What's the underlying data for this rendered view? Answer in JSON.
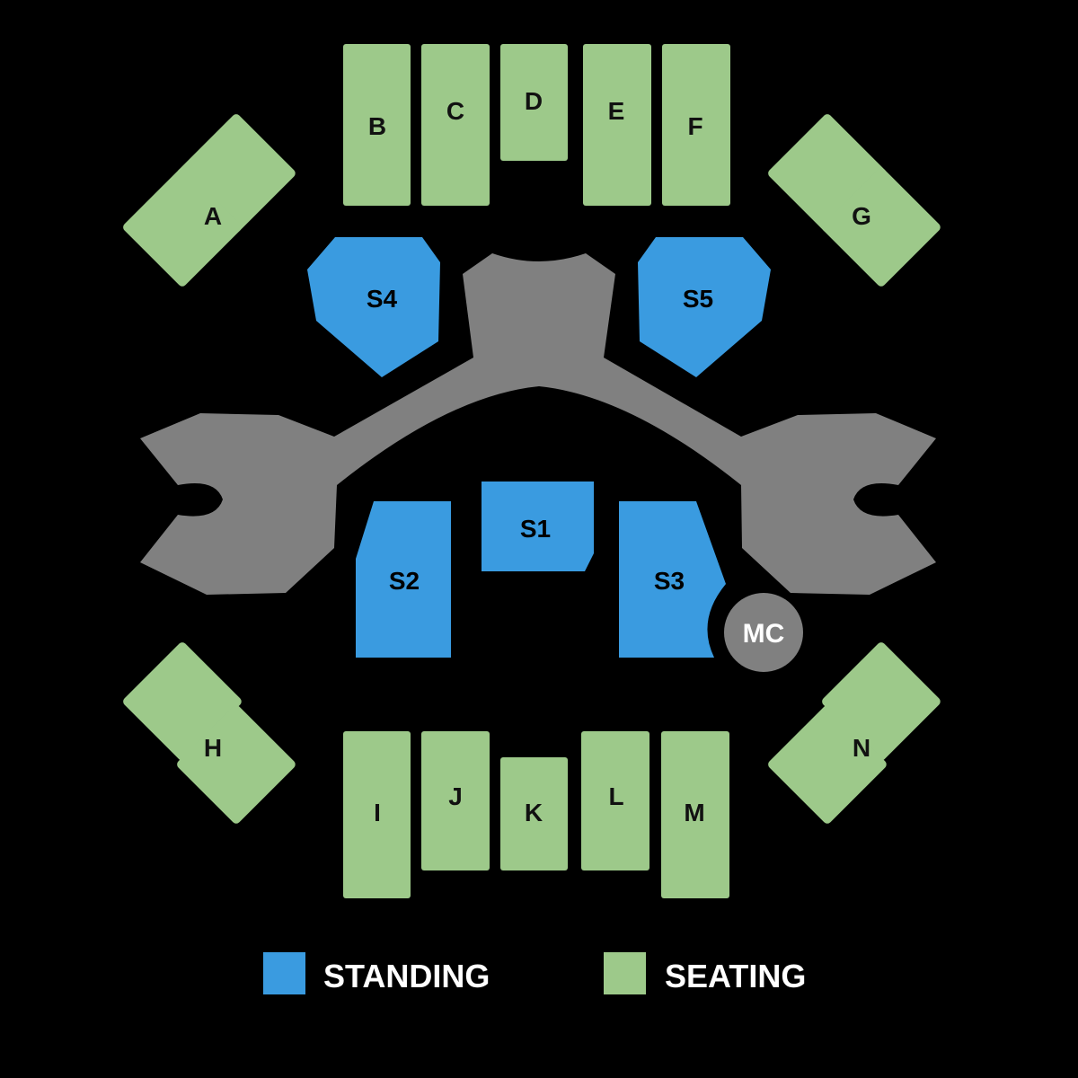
{
  "colors": {
    "background": "#000000",
    "seating": "#9dc98a",
    "standing": "#3a9be0",
    "stage": "#808080",
    "label": "#111111",
    "legend_text": "#ffffff"
  },
  "seating_sections": {
    "A": "A",
    "B": "B",
    "C": "C",
    "D": "D",
    "E": "E",
    "F": "F",
    "G": "G",
    "H": "H",
    "I": "I",
    "J": "J",
    "K": "K",
    "L": "L",
    "M": "M",
    "N": "N"
  },
  "standing_sections": {
    "S1": "S1",
    "S2": "S2",
    "S3": "S3",
    "S4": "S4",
    "S5": "S5"
  },
  "mc": {
    "label": "MC"
  },
  "legend": {
    "standing": "STANDING",
    "seating": "SEATING"
  }
}
